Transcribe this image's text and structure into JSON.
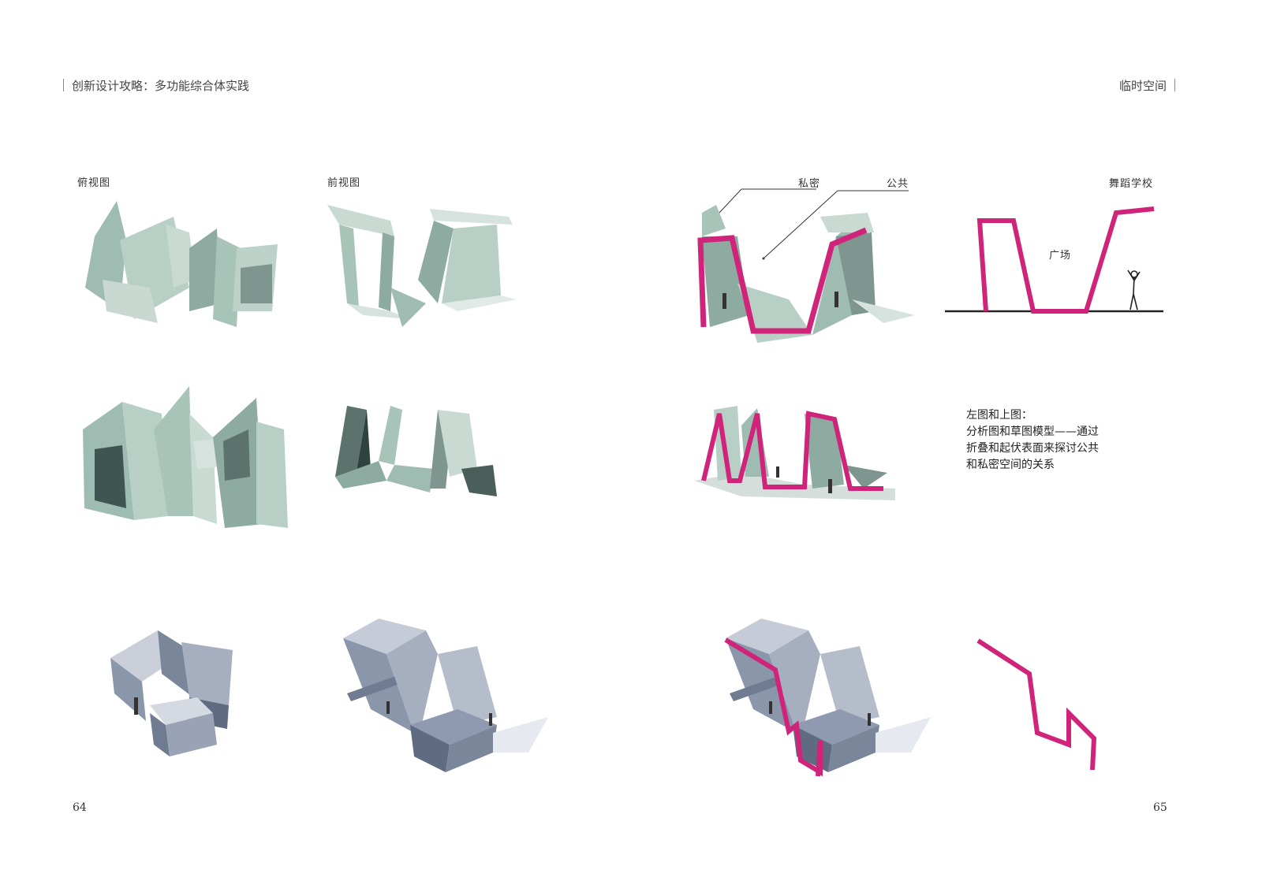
{
  "header": {
    "left_title": "创新设计攻略：多功能综合体实践",
    "right_title": "临时空间"
  },
  "labels": {
    "top_view": "俯视图",
    "front_view": "前视图",
    "private": "私密",
    "public": "公共",
    "dance_school": "舞蹈学校",
    "plaza": "广场"
  },
  "caption": {
    "lines": [
      "左图和上图：",
      "分析图和草图模型——通过",
      "折叠和起伏表面来探讨公共",
      "和私密空间的关系"
    ]
  },
  "page_numbers": {
    "left": "64",
    "right": "65"
  },
  "colors": {
    "magenta": "#d0237a",
    "model_green": "#9fbcb3",
    "model_dark": "#4a5f5a",
    "glass_blue": "#8a97ab"
  }
}
